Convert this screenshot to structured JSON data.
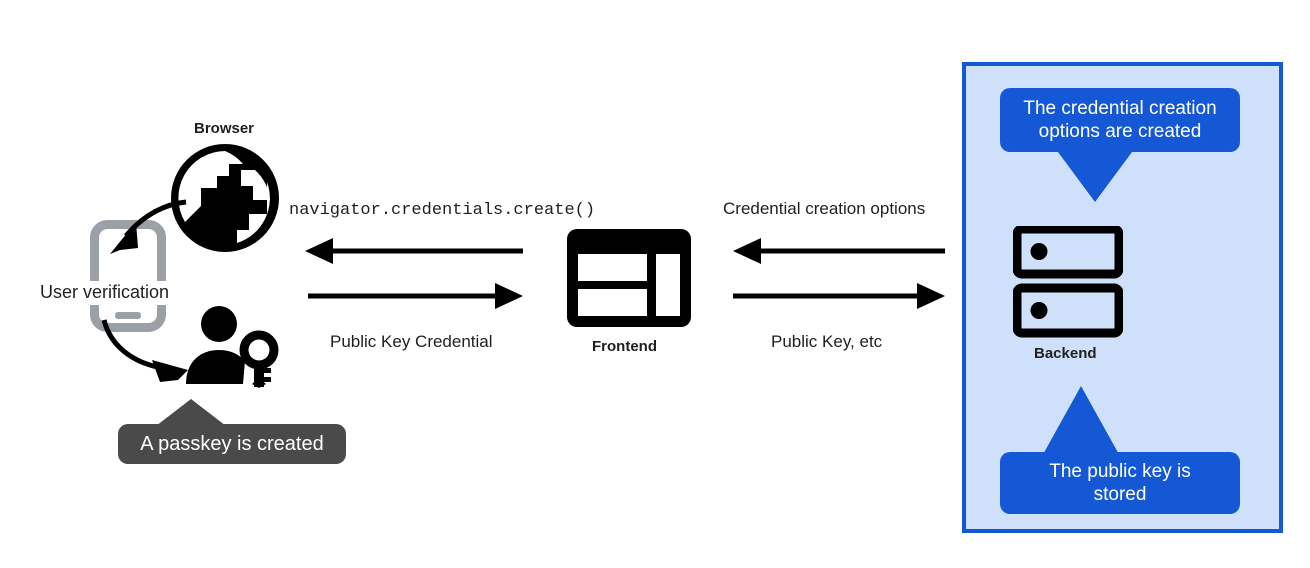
{
  "diagram": {
    "title": "Passkey registration flow",
    "colors": {
      "blue": "#1558d6",
      "blue_panel_bg": "#cfe0fb",
      "dark_callout": "#4a4a4a",
      "black": "#000000",
      "grey_phone": "#9aa0a6",
      "text": "#1f1f1f"
    }
  },
  "client": {
    "browser_label": "Browser",
    "browser_icon": "globe-icon",
    "phone_icon": "smartphone-icon",
    "user_key_icon": "user-with-key-icon",
    "user_verification_label": "User verification",
    "passkey_callout": "A passkey is created"
  },
  "frontend": {
    "label": "Frontend",
    "icon": "web-layout-icon"
  },
  "backend": {
    "label": "Backend",
    "icon": "server-icon",
    "callout_top": "The credential creation\noptions are created",
    "callout_top_line1": "The credential creation",
    "callout_top_line2": "options are created",
    "callout_bottom_line1": "The public key is",
    "callout_bottom_line2": "stored"
  },
  "flows": {
    "browser_frontend": {
      "inbound_label": "navigator.credentials.create()",
      "outbound_label": "Public Key Credential",
      "arrow_left_icon": "arrow-left-icon",
      "arrow_right_icon": "arrow-right-icon"
    },
    "frontend_backend": {
      "inbound_label": "Credential creation options",
      "outbound_label": "Public Key, etc",
      "arrow_left_icon": "arrow-left-icon",
      "arrow_right_icon": "arrow-right-icon"
    }
  }
}
